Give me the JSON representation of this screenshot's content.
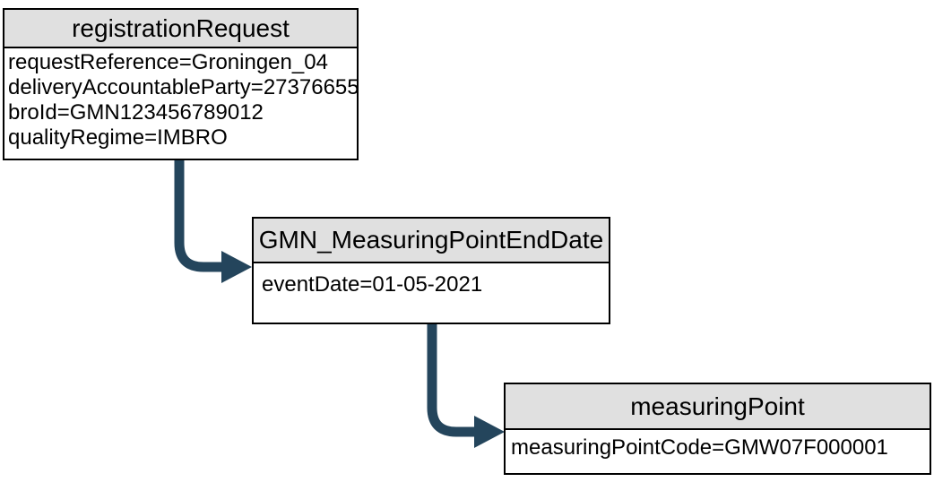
{
  "colors": {
    "background": "#ffffff",
    "border": "#000000",
    "header_fill": "#e0e0e0",
    "arrow": "#24455C",
    "text": "#000000"
  },
  "nodes": [
    {
      "title": "registrationRequest",
      "attributes": [
        "requestReference=Groningen_04",
        "deliveryAccountableParty=27376655",
        "broId=GMN123456789012",
        "qualityRegime=IMBRO"
      ]
    },
    {
      "title": "GMN_MeasuringPointEndDate",
      "attributes": [
        "eventDate=01-05-2021"
      ]
    },
    {
      "title": "measuringPoint",
      "attributes": [
        "measuringPointCode=GMW07F000001"
      ]
    }
  ],
  "edges": [
    {
      "from": "registrationRequest",
      "to": "GMN_MeasuringPointEndDate"
    },
    {
      "from": "GMN_MeasuringPointEndDate",
      "to": "measuringPoint"
    }
  ]
}
